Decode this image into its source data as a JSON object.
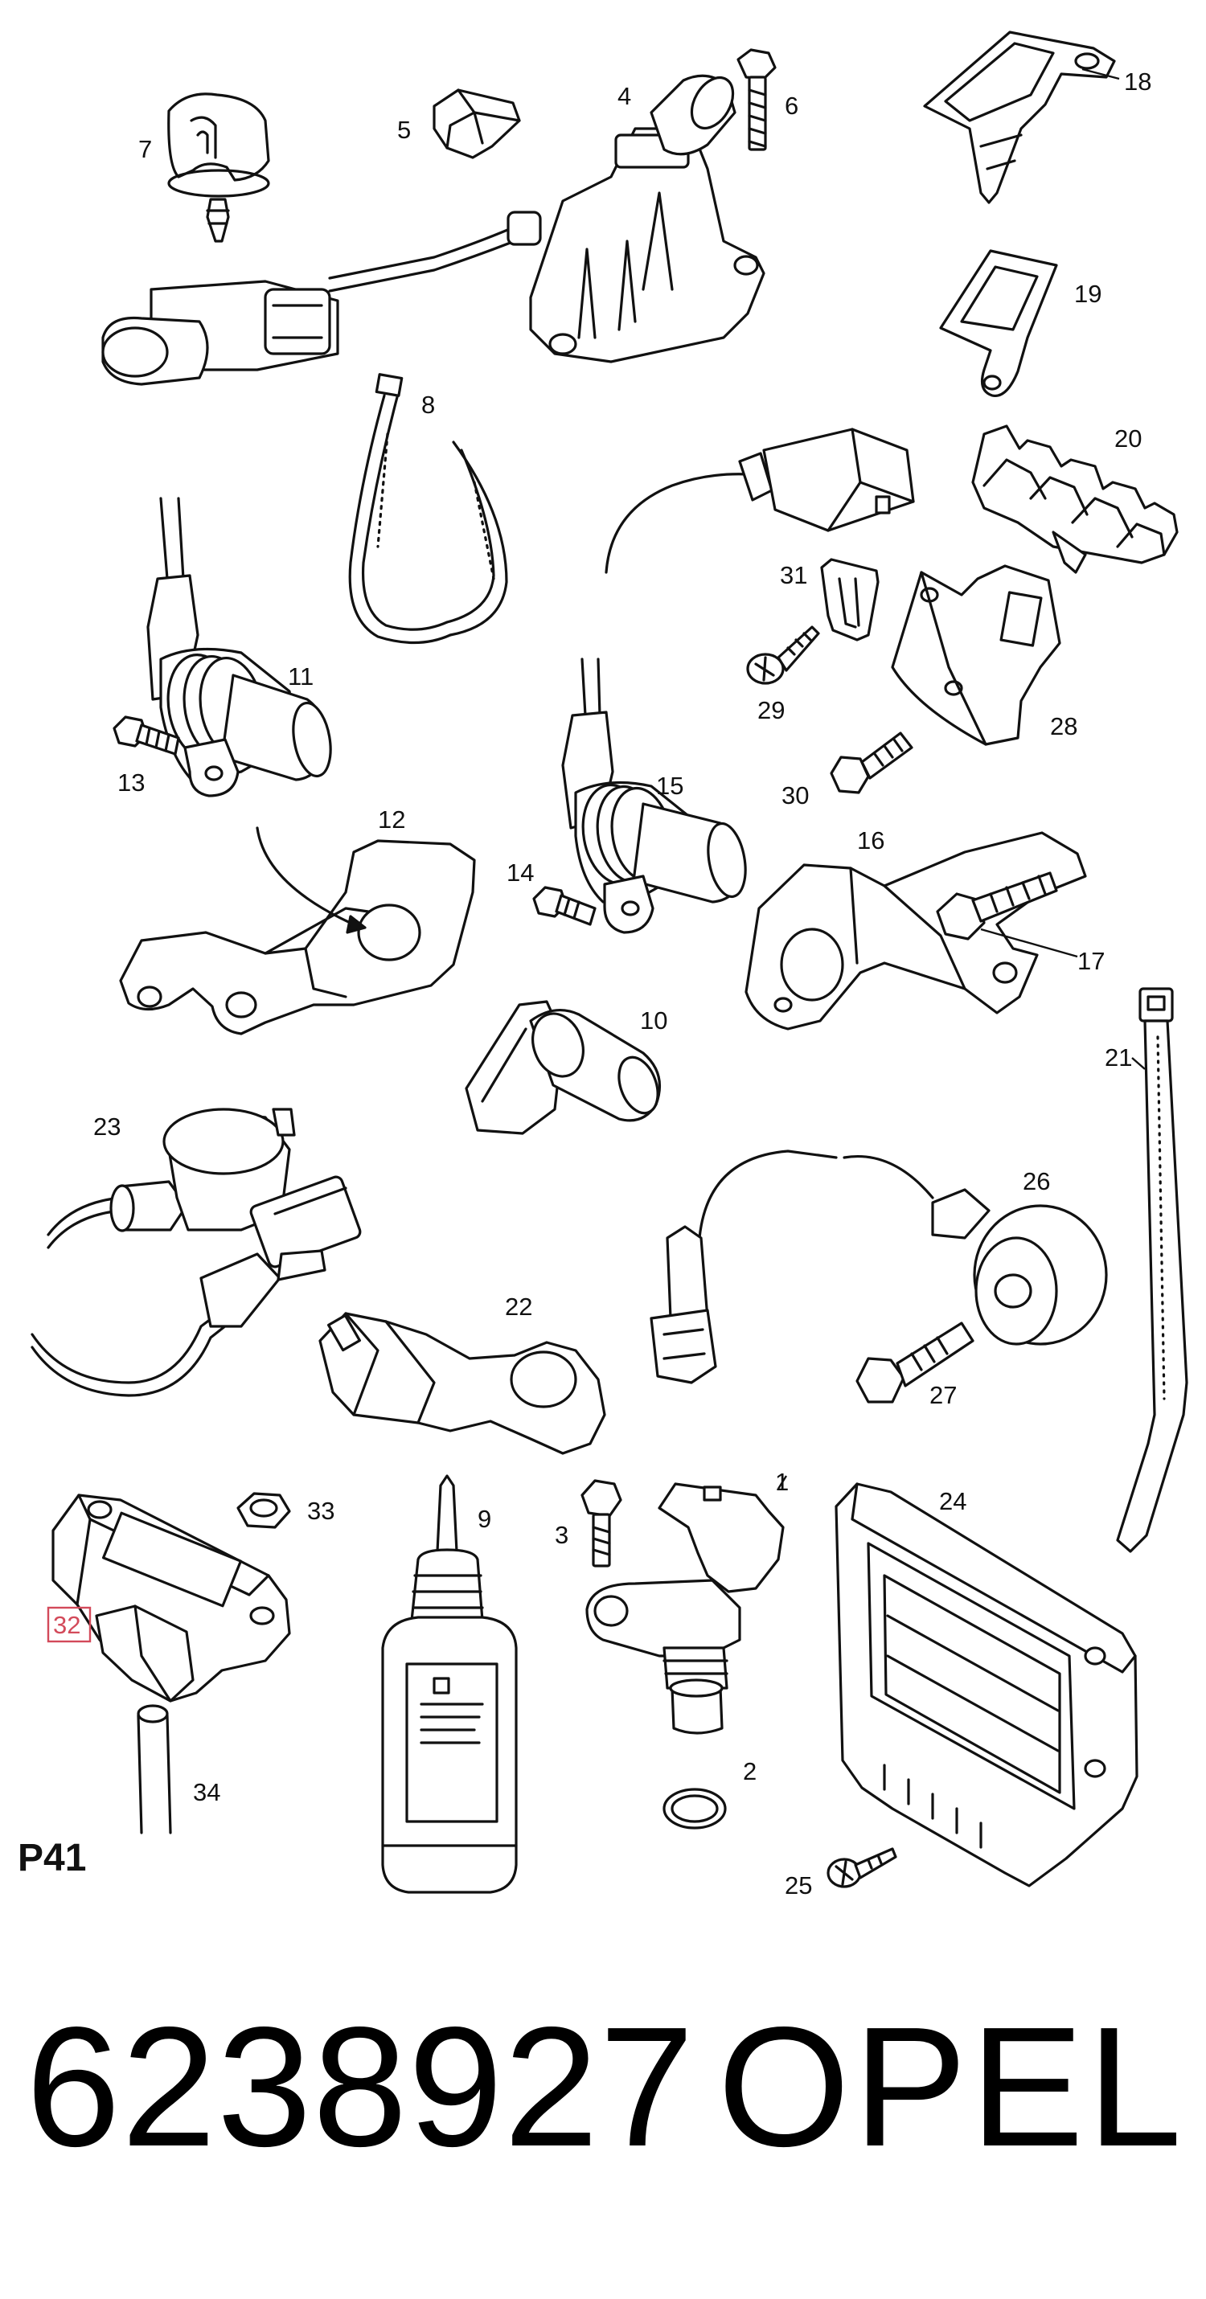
{
  "diagram": {
    "page_code": "P41",
    "highlighted_callout": "32",
    "highlight_color": "#d34a5a",
    "callouts": [
      "1",
      "2",
      "3",
      "4",
      "5",
      "6",
      "7",
      "8",
      "9",
      "10",
      "11",
      "12",
      "13",
      "14",
      "15",
      "16",
      "17",
      "18",
      "19",
      "20",
      "21",
      "22",
      "23",
      "24",
      "25",
      "26",
      "27",
      "28",
      "29",
      "30",
      "31",
      "32",
      "33",
      "34"
    ]
  },
  "footer": {
    "part_number": "6238927",
    "brand": "OPEL"
  }
}
